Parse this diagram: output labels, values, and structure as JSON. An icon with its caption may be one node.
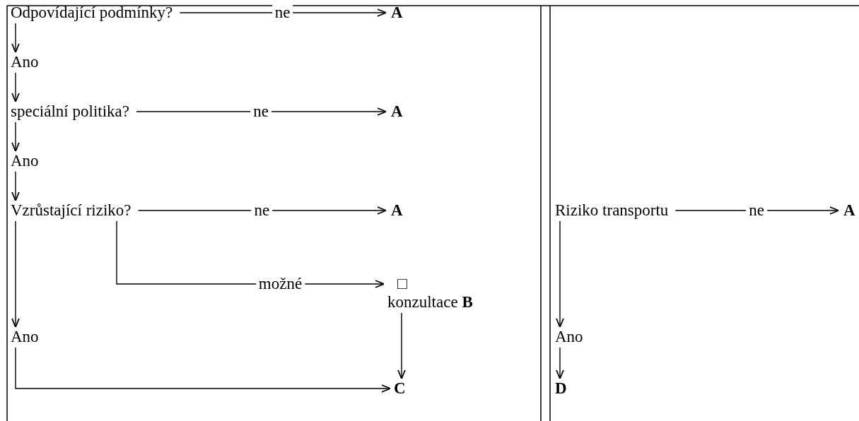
{
  "diagram": {
    "nodes": [
      {
        "text": [
          "Odpovídající podmínky?"
        ]
      },
      {
        "text": [
          "A"
        ]
      },
      {
        "text": [
          "Ano"
        ]
      },
      {
        "text": [
          "speciální politika?"
        ]
      },
      {
        "text": [
          "A"
        ]
      },
      {
        "text": [
          "Ano"
        ]
      },
      {
        "text": [
          "Vzrůstající riziko?"
        ]
      },
      {
        "text": [
          "A"
        ]
      },
      {
        "text": [
          "□",
          "konzultace **B**"
        ]
      },
      {
        "text": [
          "Ano"
        ]
      },
      {
        "text": [
          "C"
        ]
      },
      {
        "text": [
          "Riziko transportu"
        ]
      },
      {
        "text": [
          "A"
        ]
      },
      {
        "text": [
          "Ano"
        ]
      },
      {
        "text": [
          "D"
        ]
      }
    ],
    "edges": [
      {
        "from": 0,
        "to": 1,
        "arrow": "to",
        "label": "ne"
      },
      {
        "from": 0,
        "to": 2,
        "arrow": "to"
      },
      {
        "from": 2,
        "to": 3,
        "arrow": "to"
      },
      {
        "from": 3,
        "to": 4,
        "arrow": "to",
        "label": "ne"
      },
      {
        "from": 3,
        "to": 5,
        "arrow": "to"
      },
      {
        "from": 5,
        "to": 6,
        "arrow": "to"
      },
      {
        "from": 6,
        "to": 7,
        "arrow": "to",
        "label": "ne"
      },
      {
        "from": 6,
        "to": 8,
        "arrow": "to",
        "label": "možné"
      },
      {
        "from": 6,
        "to": 9,
        "arrow": "to"
      },
      {
        "from": 8,
        "to": 10,
        "arrow": "to"
      },
      {
        "from": 9,
        "to": 10,
        "arrow": "to"
      },
      {
        "from": 11,
        "to": 12,
        "arrow": "to",
        "label": "ne"
      },
      {
        "from": 11,
        "to": 13,
        "arrow": "to"
      },
      {
        "from": 13,
        "to": 14,
        "arrow": "to"
      }
    ]
  }
}
